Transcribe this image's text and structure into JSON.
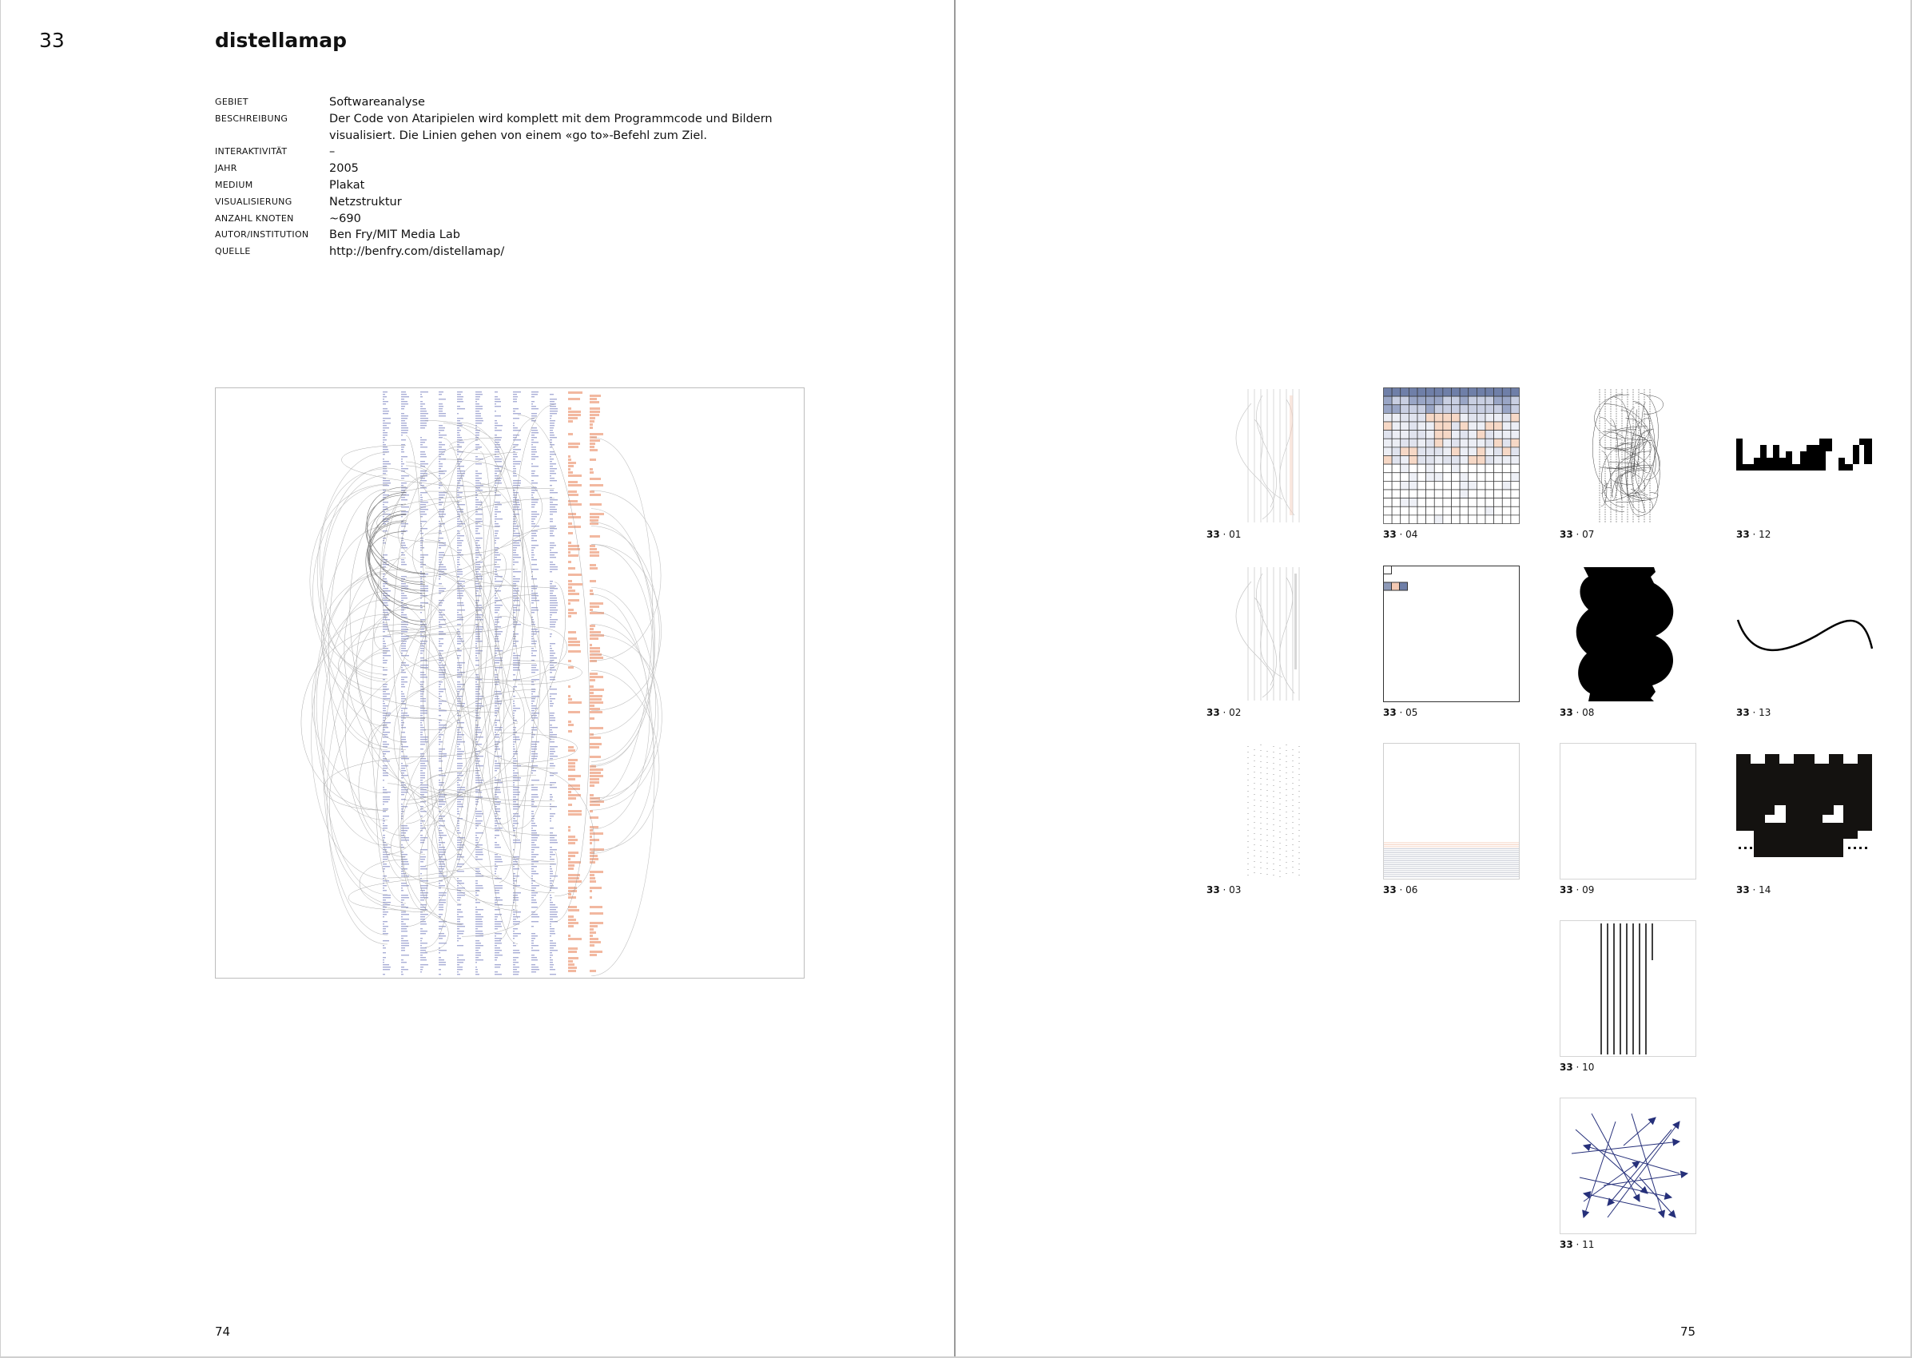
{
  "left_page": {
    "chapter_number": "33",
    "title": "distellamap",
    "meta": [
      {
        "label": "Gebiet",
        "value": "Softwareanalyse"
      },
      {
        "label": "Beschreibung",
        "value": "Der Code von Ataripielen wird komplett mit dem Programmcode und Bildern visualisiert. Die Linien gehen von einem «go to»-Befehl zum Ziel."
      },
      {
        "label": "Interaktivität",
        "value": "–"
      },
      {
        "label": "Jahr",
        "value": "2005"
      },
      {
        "label": "Medium",
        "value": "Plakat"
      },
      {
        "label": "Visualisierung",
        "value": "Netzstruktur"
      },
      {
        "label": "Anzahl Knoten",
        "value": "~690"
      },
      {
        "label": "Autor/Institution",
        "value": "Ben Fry/MIT Media Lab"
      },
      {
        "label": "Quelle",
        "value": "http://benfry.com/distellamap/"
      }
    ],
    "page_number": "74"
  },
  "right_page": {
    "page_number": "75",
    "thumbnails": [
      {
        "num": "33",
        "sub": " · 01"
      },
      {
        "num": "33",
        "sub": " · 02"
      },
      {
        "num": "33",
        "sub": " · 03"
      },
      {
        "num": "33",
        "sub": " · 04"
      },
      {
        "num": "33",
        "sub": " · 05"
      },
      {
        "num": "33",
        "sub": " · 06"
      },
      {
        "num": "33",
        "sub": " · 07"
      },
      {
        "num": "33",
        "sub": " · 08"
      },
      {
        "num": "33",
        "sub": " · 09"
      },
      {
        "num": "33",
        "sub": " · 10"
      },
      {
        "num": "33",
        "sub": " · 11"
      },
      {
        "num": "33",
        "sub": " · 12"
      },
      {
        "num": "33",
        "sub": " · 13"
      },
      {
        "num": "33",
        "sub": " · 14"
      }
    ]
  },
  "colors": {
    "code_column": "#a9aed6",
    "image_column": "#f2b8a0",
    "arc_line": "#8c8c8c",
    "arrow_blue": "#26307a",
    "grid_blue": "#6f7fa8"
  }
}
